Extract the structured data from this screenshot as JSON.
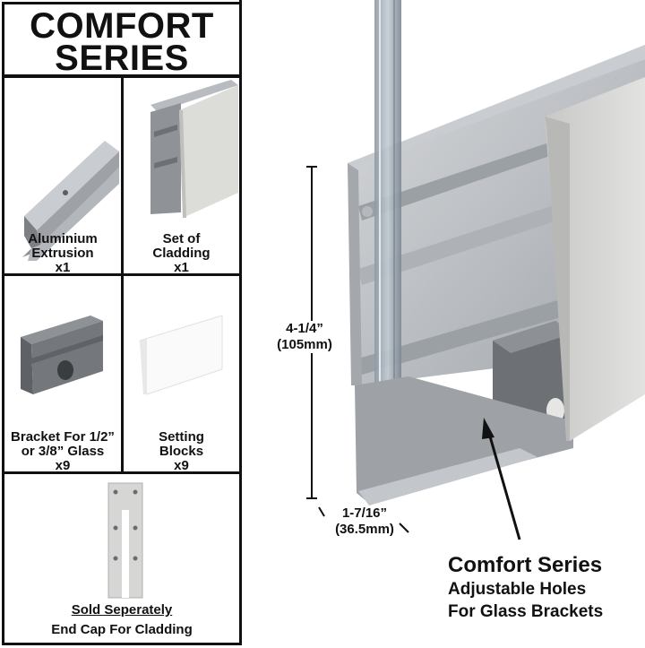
{
  "title": {
    "line1": "COMFORT",
    "line2": "SERIES"
  },
  "parts": {
    "extrusion": {
      "name_line1": "Aluminium",
      "name_line2": "Extrusion",
      "qty": "x1"
    },
    "cladding": {
      "name_line1": "Set of",
      "name_line2": "Cladding",
      "qty": "x1"
    },
    "bracket": {
      "name_line1": "Bracket For 1/2”",
      "name_line2": "or 3/8” Glass",
      "qty": "x9"
    },
    "setting_blocks": {
      "name_line1": "Setting",
      "name_line2": "Blocks",
      "qty": "x9"
    },
    "end_cap": {
      "note": "Sold Seperately",
      "name": "End Cap For Cladding"
    }
  },
  "dimensions": {
    "height_imperial": "4-1/4”",
    "height_metric": "(105mm)",
    "width_imperial": "1-7/16”",
    "width_metric": "(36.5mm)"
  },
  "callout": {
    "line1": "Comfort Series",
    "line2": "Adjustable Holes",
    "line3": "For Glass Brackets"
  },
  "colors": {
    "border": "#111111",
    "aluminium": "#b9bcc0",
    "aluminium_dark": "#8d9196",
    "cladding": "#d8d8d6",
    "bracket": "#6f7377",
    "glass": "#a7b2bd"
  }
}
